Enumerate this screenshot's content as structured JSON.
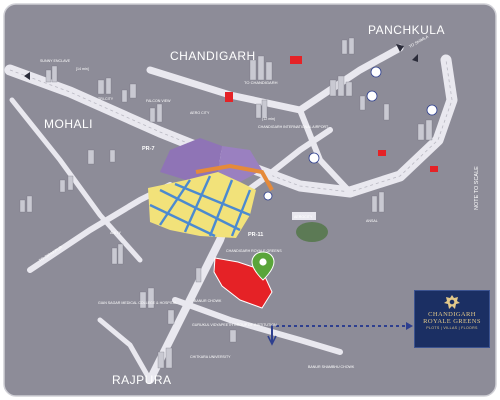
{
  "cities": {
    "chandigarh": "CHANDIGARH",
    "panchkula": "PANCHKULA",
    "mohali": "MOHALI",
    "rajpura": "RAJPURA"
  },
  "roads": {
    "pr7": "PR-7",
    "pr11": "PR-11",
    "to_zirakpur": "TO ZIRAKPUR",
    "to_chandigarh": "TO CHANDIGARH",
    "to_shimla": "TO SHIMLA"
  },
  "landmarks": {
    "sunny_enclave": "SUNNY ENCLAVE",
    "sunny_time": "[14 min]",
    "tricity": "TRI-CITY",
    "falcon_view": "FALCON VIEW",
    "airport_time": "(12 min)",
    "airport_name": "CHANDIGARH INTERNATIONAL AIRPORT",
    "aero_city": "AERO CITY",
    "banur": "BANUR CHOWK",
    "gian_sagar": "GIAN SAGAR MEDICAL COLLEGE & HOSPITAL",
    "gurukul": "GURUKUL VIDYAPEETH GROUP OF INSTITUTION",
    "chitkara": "CHITKARA UNIVERSITY",
    "banur_shambhu": "BANUR SHAMBHU CHOWK",
    "ansal": "ANSAL",
    "amity": "AMITY",
    "aerocity_road": "AEROCITY",
    "project_label": "CHANDIGARH ROYALE GREENS"
  },
  "note": "NOTE TO SCALE",
  "logo": {
    "line1": "CHANDIGARH",
    "line2": "ROYALE GREENS",
    "tagline": "PLOTS | VILLAS | FLOORS",
    "crest": "crest-icon"
  },
  "colors": {
    "background": "#8d8c98",
    "road": "#e9e8ef",
    "plots": "#f2e27a",
    "plot_lines": "#4c8ad0",
    "district": "#8f74b6",
    "project_site": "#e52226",
    "marker": "#5aa53a",
    "route": "#2e3f8f",
    "logo_bg": "#1b2f63",
    "logo_gold": "#e3c98a"
  }
}
